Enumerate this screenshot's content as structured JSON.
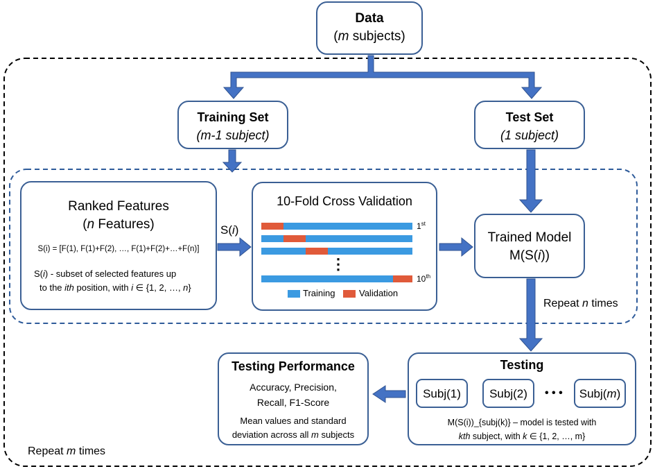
{
  "data_box": {
    "title": "Data",
    "sub_italic": "m",
    "sub_rest": " subjects)",
    "sub_open": "("
  },
  "training_set": {
    "title": "Training Set",
    "sub": "(m-1 subject)"
  },
  "test_set": {
    "title": "Test Set",
    "sub": "(1 subject)"
  },
  "ranked": {
    "title": "Ranked Features",
    "sub_open": "(",
    "sub_italic": "n",
    "sub_rest": " Features)",
    "formula": "S(i) = [F(1), F(1)+F(2), …, F(1)+F(2)+…+F(n)]",
    "desc1_a": "S(",
    "desc1_i": "i",
    "desc1_b": ") - subset of selected features up",
    "desc2_a": "to the ",
    "desc2_i": "ith",
    "desc2_b": " position, with ",
    "desc2_i2": "i",
    "desc2_c": " ∈ {1, 2, …, ",
    "desc2_i3": "n",
    "desc2_d": "}"
  },
  "s_label": {
    "a": "S(",
    "i": "i",
    "b": ")"
  },
  "cv": {
    "title": "10-Fold Cross Validation",
    "first": "1",
    "first_sup": "st",
    "last": "10",
    "last_sup": "th",
    "dots": "⋮",
    "legend_training": "Training",
    "legend_validation": "Validation",
    "colors": {
      "training": "#3b9ae1",
      "validation": "#e05a3a"
    }
  },
  "trained_model": {
    "title": "Trained Model",
    "sub_a": "M(S(",
    "sub_i": "i",
    "sub_b": "))"
  },
  "repeat_n": {
    "a": "Repeat ",
    "i": "n",
    "b": " times"
  },
  "testing": {
    "title": "Testing",
    "subj1": "Subj(1)",
    "subj2": "Subj(2)",
    "dots": "• • •",
    "subjm_a": "Subj(",
    "subjm_i": "m",
    "subjm_b": ")",
    "desc1": "M(S(i))_{subj(k)} – model is tested with",
    "desc2_i": "kth",
    "desc2_a": " subject, with ",
    "desc2_i2": "k",
    "desc2_b": " ∈ {1, 2, …, m}"
  },
  "performance": {
    "title": "Testing Performance",
    "line1": "Accuracy, Precision,",
    "line2": "Recall, F1-Score",
    "line3": "Mean values and standard",
    "line4a": "deviation across all ",
    "line4i": "m",
    "line4b": " subjects"
  },
  "repeat_m": {
    "a": "Repeat ",
    "i": "m",
    "b": " times"
  },
  "colors": {
    "border": "#3a5f94",
    "arrow": "#4472c4",
    "dashed": "#000000",
    "inner_dashed": "#2e5b9a"
  }
}
